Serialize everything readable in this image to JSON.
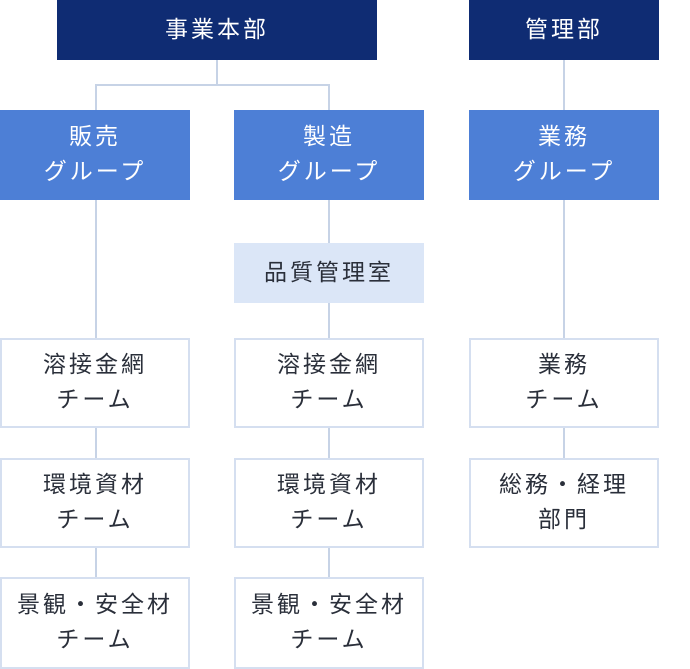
{
  "top": {
    "jigyo_honbu": "事業本部",
    "kanri_bu": "管理部"
  },
  "groups": {
    "hanbai": "販売\nグループ",
    "seizo": "製造\nグループ",
    "gyomu": "業務\nグループ"
  },
  "hinshitsu": "品質管理室",
  "teams": {
    "hanbai": [
      "溶接金網\nチーム",
      "環境資材\nチーム",
      "景観・安全材\nチーム"
    ],
    "seizo": [
      "溶接金網\nチーム",
      "環境資材\nチーム",
      "景観・安全材\nチーム"
    ],
    "gyomu": [
      "業務\nチーム",
      "総務・経理\n部門"
    ]
  },
  "colors": {
    "dark_navy": "#0f2c73",
    "mid_blue": "#4d7fd6",
    "pale_blue": "#dbe6f7",
    "line": "#c7d3e6"
  }
}
